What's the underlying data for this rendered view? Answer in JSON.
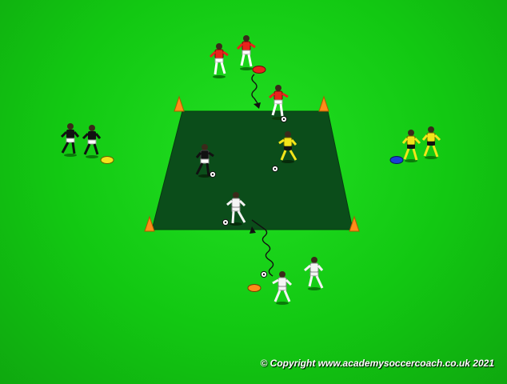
{
  "copyright": "© Copyright www.academysoccercoach.co.uk 2021",
  "colors": {
    "grass": "#12c812",
    "area": "#0b4d1a",
    "cone": "#ff8c1a",
    "team_red": "#e8231c",
    "team_black": "#111111",
    "team_yellow": "#f2e51a",
    "team_white": "#f4f4f4",
    "disc_red": "#e8231c",
    "disc_yellow": "#f2e51a",
    "disc_blue": "#1a3fd6",
    "disc_orange": "#ff8c1a"
  },
  "teams": [
    {
      "color": "red",
      "players": 3
    },
    {
      "color": "black",
      "players": 3
    },
    {
      "color": "yellow",
      "players": 3
    },
    {
      "color": "white",
      "players": 3
    }
  ],
  "balls": 5,
  "cones": 4,
  "discs": [
    "red",
    "yellow",
    "blue",
    "orange"
  ],
  "icons": [
    "cone-icon",
    "disc-icon",
    "ball-icon",
    "player-icon",
    "dribble-arrow-icon"
  ]
}
